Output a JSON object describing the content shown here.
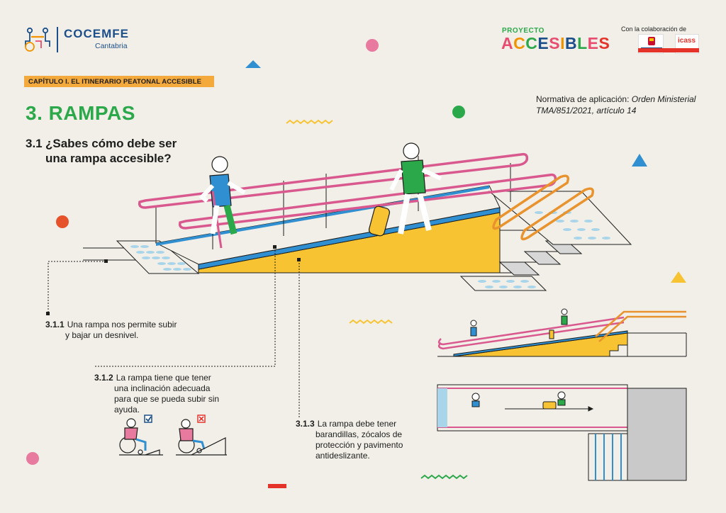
{
  "header": {
    "org_name": "COCEMFE",
    "org_region": "Cantabria",
    "project_label": "PROYECTO",
    "project_name_letters": [
      {
        "ch": "A",
        "color": "#e84d6f"
      },
      {
        "ch": "C",
        "color": "#f29400"
      },
      {
        "ch": "C",
        "color": "#2ba84a"
      },
      {
        "ch": "E",
        "color": "#1c4f8a"
      },
      {
        "ch": "S",
        "color": "#e84d6f"
      },
      {
        "ch": "I",
        "color": "#f29400"
      },
      {
        "ch": "B",
        "color": "#1c4f8a"
      },
      {
        "ch": "L",
        "color": "#2ba84a"
      },
      {
        "ch": "E",
        "color": "#e84d6f"
      },
      {
        "ch": "S",
        "color": "#e6332a"
      }
    ],
    "collaboration_label": "Con la colaboración de",
    "partner_logo_text": "icass"
  },
  "chapter": "CAPÍTULO I. EL ITINERARIO PEATONAL ACCESIBLE",
  "section_title": "3. RAMPAS",
  "regulation": {
    "prefix": "Normativa de aplicación:",
    "reference_line1": "Orden Ministerial",
    "reference_line2": "TMA/851/2021, artículo 14"
  },
  "subsection": {
    "number": "3.1",
    "line1": "¿Sabes cómo debe ser",
    "line2": "una rampa accesible?"
  },
  "notes": [
    {
      "id": "3.1.1",
      "line1": "Una rampa nos permite subir",
      "line2": "y bajar un desnivel."
    },
    {
      "id": "3.1.2",
      "line1": "La rampa tiene que tener",
      "line2": "una inclinación adecuada",
      "line3": "para que se pueda subir sin",
      "line4": "ayuda."
    },
    {
      "id": "3.1.3",
      "line1": "La rampa debe tener",
      "line2": "barandillas, zócalos de",
      "line3": "protección y pavimento",
      "line4": "antideslizante."
    }
  ],
  "colors": {
    "background": "#f1efe8",
    "green": "#2ba84a",
    "orange_label": "#f3a93c",
    "ramp_yellow": "#f7c333",
    "rail_pink": "#d9598f",
    "rail_orange": "#e8932e",
    "kerb_blue": "#2f8fd0",
    "tactile": "#a9d5ea",
    "navy": "#1c4f8a"
  },
  "icons": [
    "people-logo-icon",
    "check-icon",
    "cross-icon",
    "wheelchair-user-icon",
    "pedestrian-crutch-icon",
    "pedestrian-luggage-icon"
  ]
}
